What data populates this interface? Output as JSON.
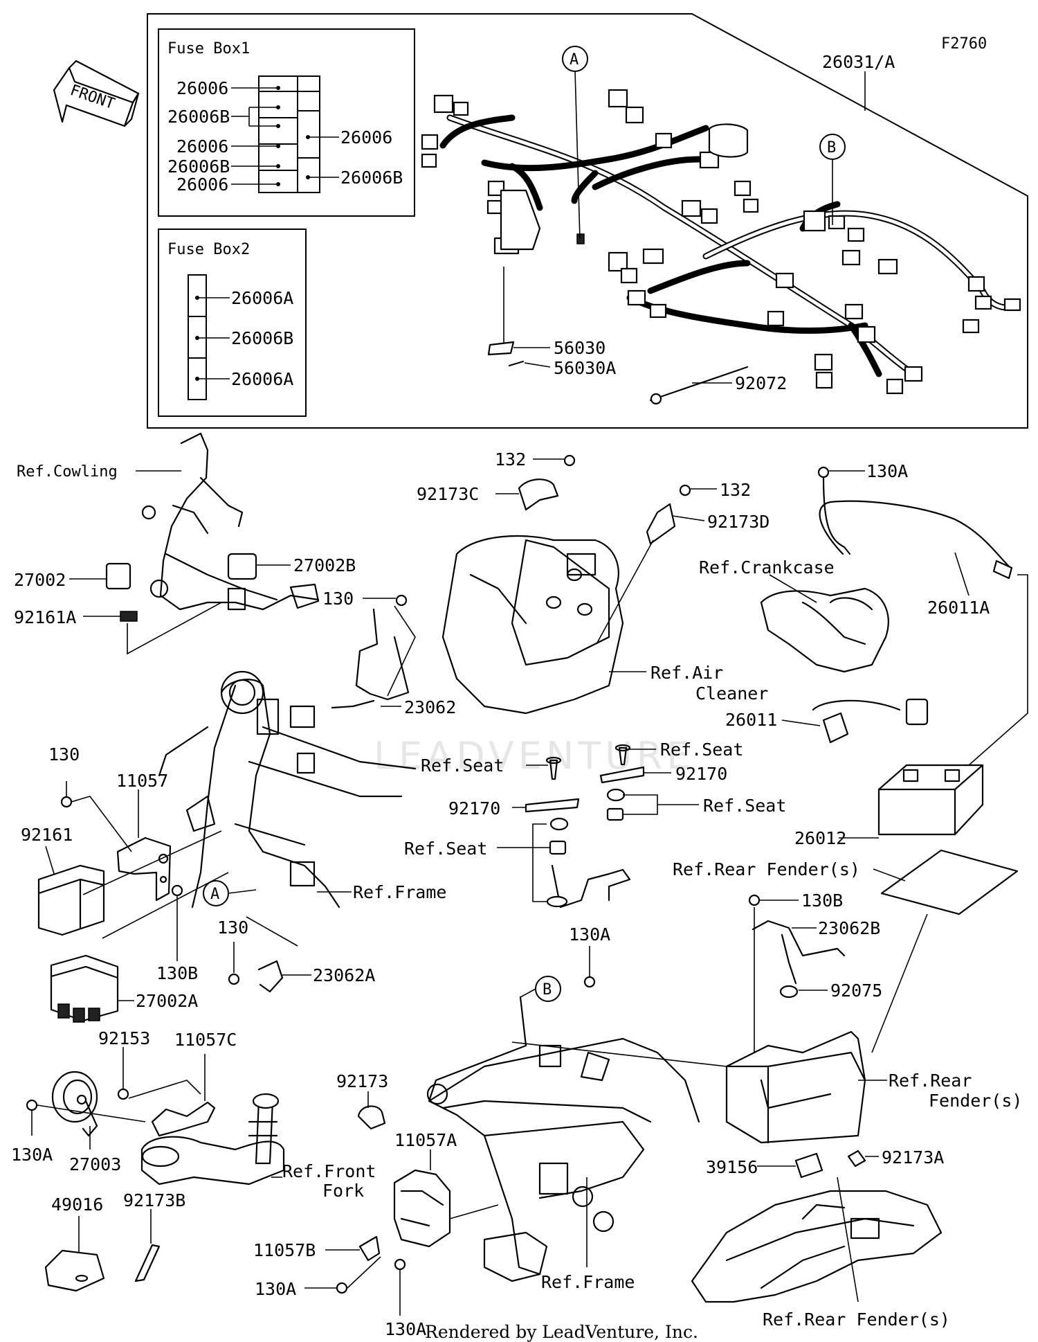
{
  "diagram_code": "F2760",
  "front_arrow": "FRONT",
  "watermark": "LEADVENTURE",
  "footer": "Rendered by LeadVenture, Inc.",
  "harness_label": "26031/A",
  "callout_a": "A",
  "callout_b": "B",
  "fuse_box1": {
    "title": "Fuse Box1",
    "left": [
      "26006",
      "26006B",
      "26006",
      "26006B",
      "26006"
    ],
    "right": [
      "26006",
      "26006B"
    ]
  },
  "fuse_box2": {
    "title": "Fuse Box2",
    "items": [
      "26006A",
      "26006B",
      "26006A"
    ]
  },
  "labels": {
    "l_56030": "56030",
    "l_56030a": "56030A",
    "l_92072": "92072",
    "l_132a": "132",
    "l_92173c": "92173C",
    "l_132b": "132",
    "l_92173d": "92173D",
    "l_130a_top": "130A",
    "l_ref_crankcase": "Ref.Crankcase",
    "l_26011a": "26011A",
    "l_ref_air1": "Ref.Air",
    "l_ref_air2": "Cleaner",
    "l_ref_cowling": "Ref.Cowling",
    "l_27002": "27002",
    "l_27002b": "27002B",
    "l_92161a": "92161A",
    "l_130_bracket": "130",
    "l_23062": "23062",
    "l_26011": "26011",
    "l_ref_seat1": "Ref.Seat",
    "l_ref_seat2": "Ref.Seat",
    "l_92170a": "92170",
    "l_92170b": "92170",
    "l_ref_seat3": "Ref.Seat",
    "l_ref_seat4": "Ref.Seat",
    "l_26012": "26012",
    "l_ref_rear_fender1": "Ref.Rear Fender(s)",
    "l_130_left": "130",
    "l_11057": "11057",
    "l_92161": "92161",
    "l_ref_frame1": "Ref.Frame",
    "l_130b_left": "130B",
    "l_130_mid": "130",
    "l_23062a": "23062A",
    "l_27002a": "27002A",
    "l_130a_mid": "130A",
    "l_130b_right": "130B",
    "l_23062b": "23062B",
    "l_92075": "92075",
    "l_92153": "92153",
    "l_11057c": "11057C",
    "l_92173": "92173",
    "l_ref_rear_fender2a": "Ref.Rear",
    "l_ref_rear_fender2b": "Fender(s)",
    "l_130a_horn": "130A",
    "l_27003": "27003",
    "l_ref_front_fork1": "Ref.Front",
    "l_ref_front_fork2": "Fork",
    "l_11057a": "11057A",
    "l_39156": "39156",
    "l_92173a": "92173A",
    "l_49016": "49016",
    "l_92173b": "92173B",
    "l_11057b": "11057B",
    "l_130a_bot": "130A",
    "l_ref_frame2": "Ref.Frame",
    "l_130a_bot2": "130A",
    "l_ref_rear_fender3": "Ref.Rear Fender(s)"
  }
}
